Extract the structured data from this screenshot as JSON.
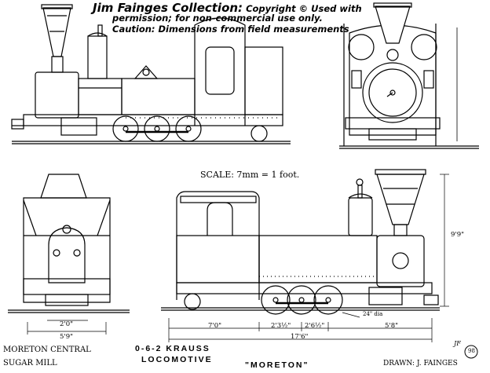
{
  "copyright": {
    "title": "Jim Fainges Collection:",
    "line1_rest": " Copyright © Used with",
    "line2": "permission; for non-commercial use only.",
    "line3": "Caution: Dimensions from field measurements"
  },
  "scale_note": "SCALE:   7mm = 1 foot.",
  "dimensions": {
    "end_inner": "2'0\"",
    "end_width": "5'9\"",
    "overall_height": "9'9\"",
    "front_overhang": "7'0\"",
    "wheelbase_1": "2'3½\"",
    "wheelbase_2": "2'6½\"",
    "rear_overhang": "5'8\"",
    "overall_length": "17'6\"",
    "wheel_dia": "24\" dia"
  },
  "captions": {
    "owner_line1": "MORETON CENTRAL",
    "owner_line2": "SUGAR MILL",
    "loco_line1": "0-6-2  KRAUSS",
    "loco_line2": "LOCOMOTIVE",
    "loco_name": "\"MORETON\"",
    "drawn_by": "DRAWN: J. FAINGES",
    "initials": "JF",
    "year": "98"
  }
}
